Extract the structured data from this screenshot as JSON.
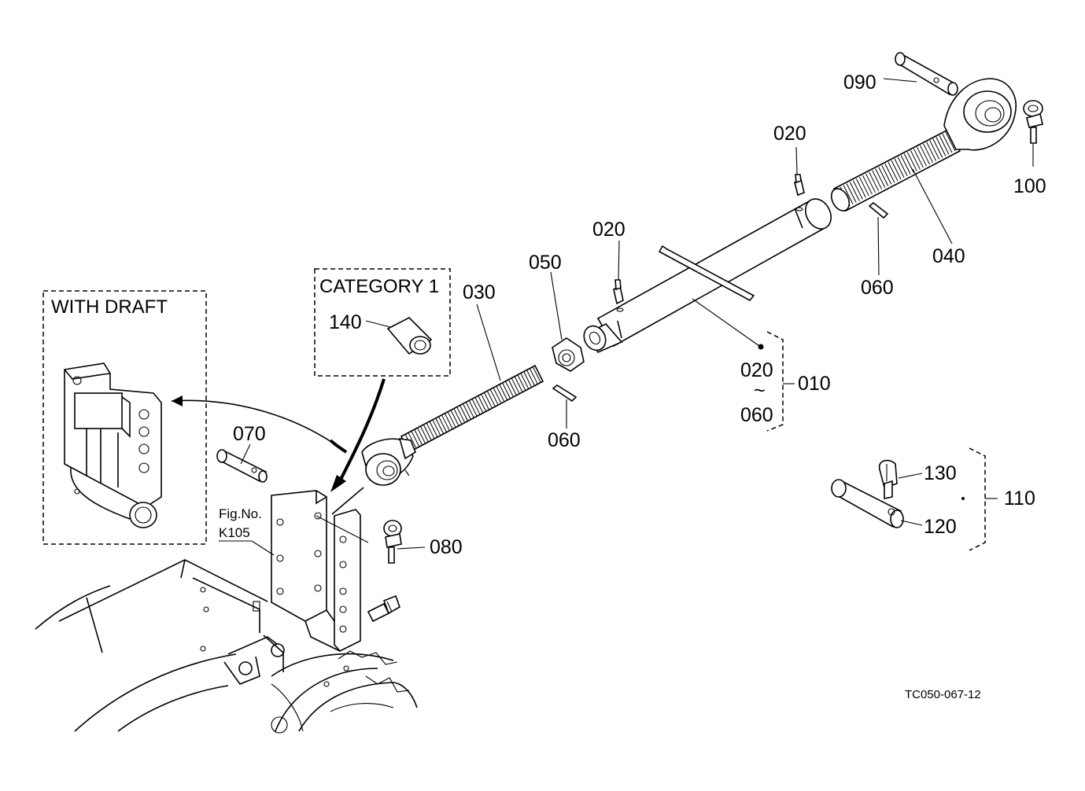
{
  "diagram": {
    "callouts": {
      "p090": "090",
      "p100": "100",
      "p020_top": "020",
      "p040": "040",
      "p060_right": "060",
      "p020_mid": "020",
      "p050": "050",
      "p030": "030",
      "p060_left": "060",
      "p070": "070",
      "p080": "080",
      "p130": "130",
      "p120": "120",
      "p110": "110",
      "p140": "140",
      "p010": "010",
      "range_from": "020",
      "range_tilde": "~",
      "range_to": "060"
    },
    "boxes": {
      "with_draft": "WITH DRAFT",
      "category": "CATEGORY  1"
    },
    "reference": {
      "fig_label": "Fig.No.",
      "fig_number": "K105"
    },
    "drawing_code": "TC050-067-12"
  }
}
